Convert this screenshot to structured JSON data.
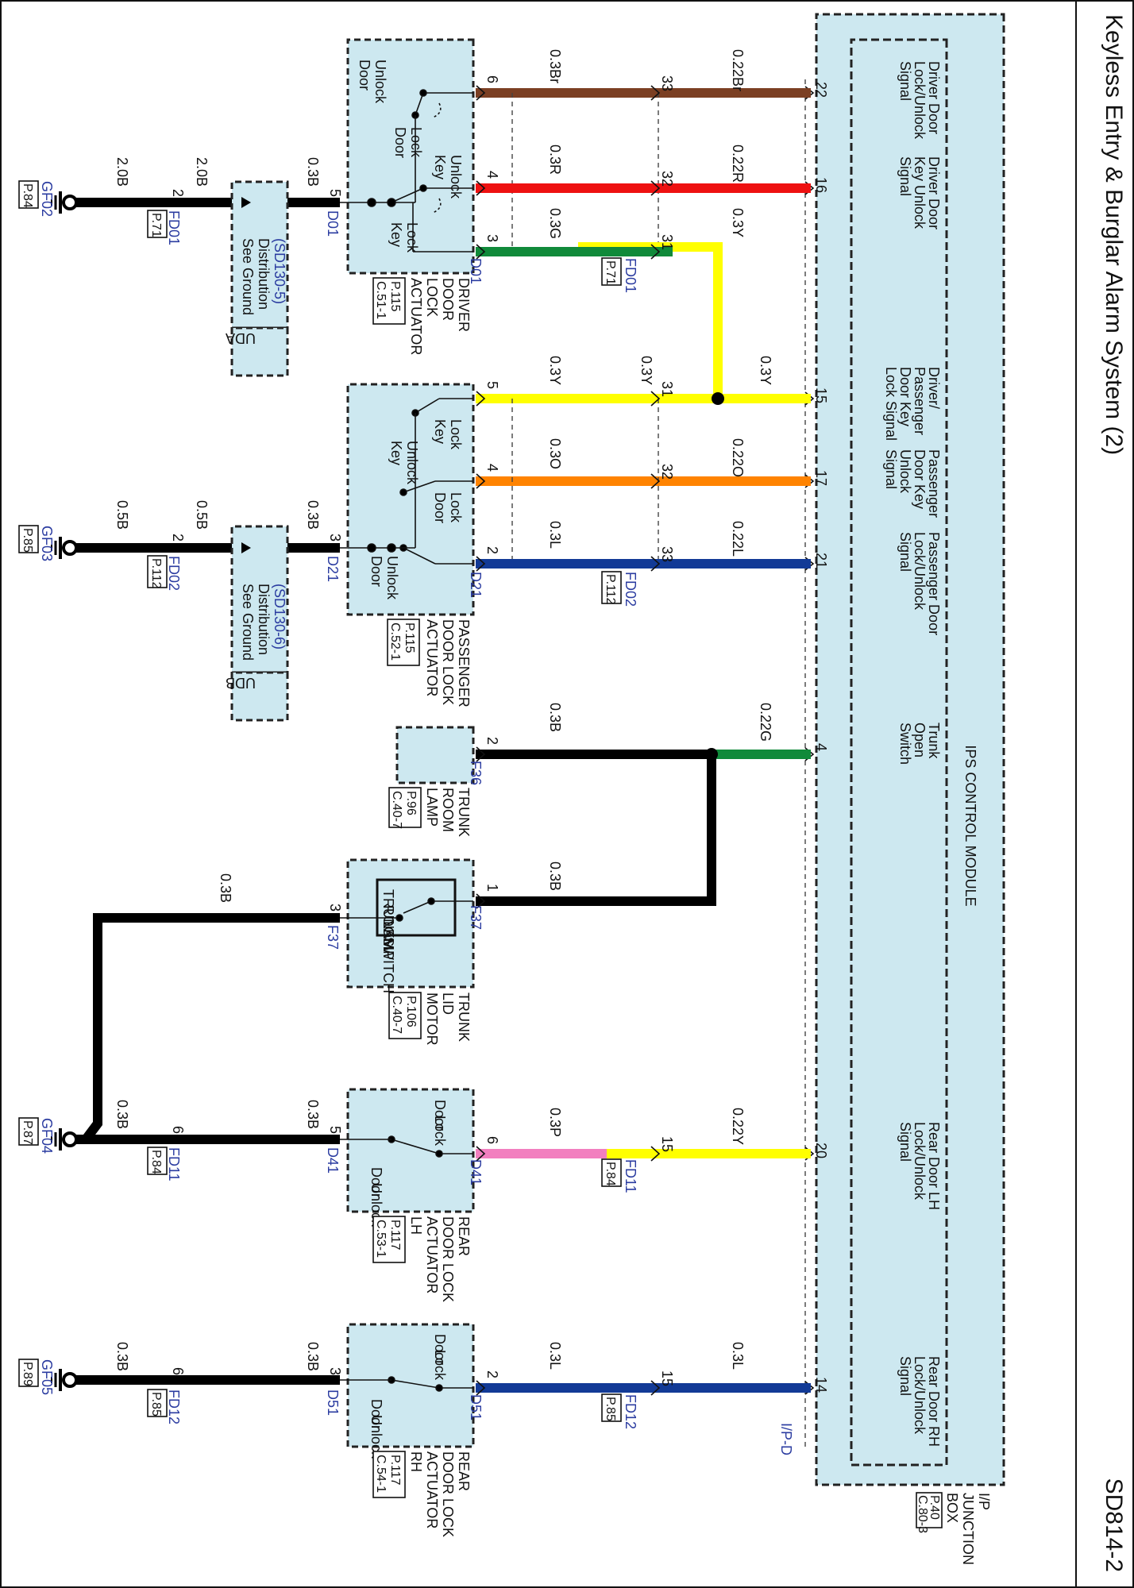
{
  "page": {
    "title": "Keyless Entry & Burglar Alarm System (2)",
    "code": "SD814-2"
  },
  "module": {
    "name": "IPS CONTROL MODULE",
    "box_label": [
      "I/P",
      "JUNCTION",
      "BOX"
    ],
    "box_ref": [
      "P.40",
      "C.80-3"
    ],
    "connector": "I/P-D",
    "signals": [
      {
        "label": [
          "Driver Door",
          "Lock/Unlock",
          "Signal"
        ],
        "pin": "22"
      },
      {
        "label": [
          "Driver Door",
          "Key Unlock",
          "Signal"
        ],
        "pin": "16"
      },
      {
        "label": [
          "Driver/",
          "Passenger",
          "Door Key",
          "Lock Signal"
        ],
        "pin": "15"
      },
      {
        "label": [
          "Passenger",
          "Door Key",
          "Unlock",
          "Signal"
        ],
        "pin": "17"
      },
      {
        "label": [
          "Passenger Door",
          "Lock/Unlock",
          "Signal"
        ],
        "pin": "21"
      },
      {
        "label": [
          "Trunk",
          "Open",
          "Switch"
        ],
        "pin": "4"
      },
      {
        "label": [
          "Rear Door LH",
          "Lock/Unlock",
          "Signal"
        ],
        "pin": "20"
      },
      {
        "label": [
          "Rear Door RH",
          "Lock/Unlock",
          "Signal"
        ],
        "pin": "14"
      }
    ]
  },
  "wires": {
    "w22_mod": "0.22Br",
    "w22_act": "0.3Br",
    "p33a": "33",
    "p6a": "6",
    "w16_mod": "0.22R",
    "w16_act": "0.3R",
    "p32a": "32",
    "p4a": "4",
    "w31_mod": "0.3Y",
    "w31_act": "0.3G",
    "p31a": "31",
    "p3a": "3",
    "w15_a": "0.3Y",
    "w15_b": "0.3Y",
    "w15_act": "0.3Y",
    "p31b": "31",
    "p5b": "5",
    "w17_mod": "0.22O",
    "w17_act": "0.3O",
    "p32b": "32",
    "p4b": "4",
    "w21_mod": "0.22L",
    "w21_act": "0.3L",
    "p33b": "33",
    "p2b": "2",
    "w4_mod": "0.22G",
    "w4_lamp": "0.3B",
    "w4_sw": "0.3B",
    "p2c": "2",
    "p1d": "1",
    "w20_mod": "0.22Y",
    "w20_act": "0.3P",
    "p15e": "15",
    "p6e": "6",
    "w14_mod": "0.3L",
    "w14_act": "0.3L",
    "p15f": "15",
    "p2f": "2"
  },
  "connectors": {
    "FD01": "FD01",
    "FD02": "FD02",
    "FD11": "FD11",
    "FD12": "FD12",
    "D01": "D01",
    "D21": "D21",
    "D41": "D41",
    "D51": "D51",
    "F36": "F36",
    "F37": "F37",
    "ref_P71": "P.71",
    "ref_P112": "P.112",
    "ref_P84": "P.84",
    "ref_P85": "P.85"
  },
  "actuators": {
    "driver": {
      "name": [
        "DRIVER",
        "DOOR",
        "LOCK",
        "ACTUATOR"
      ],
      "ref": [
        "P.115",
        "C.51-1"
      ],
      "sw1": [
        "Door",
        "Unlock"
      ],
      "sw1b": [
        "Door",
        "Lock"
      ],
      "sw2": [
        "Key",
        "Unlock"
      ],
      "sw2b": [
        "Key",
        "Lock"
      ]
    },
    "passenger": {
      "name": [
        "PASSENGER",
        "DOOR LOCK",
        "ACTUATOR"
      ],
      "ref": [
        "P.115",
        "C.52-1"
      ],
      "sw1": [
        "Key",
        "Lock"
      ],
      "sw1b": [
        "Key",
        "Unlock"
      ],
      "sw2": [
        "Door",
        "Lock"
      ],
      "sw2b": [
        "Door",
        "Unlock"
      ]
    },
    "trunk_lamp": {
      "name": [
        "TRUNK",
        "ROOM",
        "LAMP"
      ],
      "ref": [
        "P.96",
        "C.40-7"
      ]
    },
    "trunk_motor": {
      "name": [
        "TRUNK",
        "LID",
        "MOTOR"
      ],
      "ref": [
        "P.106",
        "C.40-7"
      ],
      "sw": [
        "TRUNK",
        "ROOM",
        "LAMP",
        "SWITCH"
      ]
    },
    "rear_lh": {
      "name": [
        "REAR",
        "DOOR LOCK",
        "ACTUATOR",
        "LH"
      ],
      "ref": [
        "P.117",
        "C.53-1"
      ],
      "sw1": [
        "Door",
        "Lock"
      ],
      "sw1b": [
        "Door",
        "Unlock"
      ]
    },
    "rear_rh": {
      "name": [
        "REAR",
        "DOOR LOCK",
        "ACTUATOR",
        "RH"
      ],
      "ref": [
        "P.117",
        "C.54-1"
      ],
      "sw1": [
        "Door",
        "Lock"
      ],
      "sw1b": [
        "Door",
        "Unlock"
      ]
    }
  },
  "grounds": {
    "g1": {
      "pin_act": "5",
      "w_act": "0.3B",
      "w_mid": "2.0B",
      "pin_fd": "2",
      "w_gnd": "2.0B",
      "name": "GF02",
      "ref": "P.84",
      "dist": [
        "See Ground",
        "Distribution",
        "(SD130-5)"
      ],
      "tag": "UDA"
    },
    "g2": {
      "pin_act": "3",
      "w_act": "0.3B",
      "w_mid": "0.5B",
      "pin_fd": "2",
      "w_gnd": "0.5B",
      "name": "GF03",
      "ref": "P.85",
      "dist": [
        "See Ground",
        "Distribution",
        "(SD130-6)"
      ],
      "tag": "UDB"
    },
    "g3": {
      "pin_act": "5",
      "w_act": "0.3B",
      "pin_fd": "6",
      "w_gnd": "0.3B",
      "pin_trunk": "3",
      "w_trunk": "0.3B",
      "name": "GF04",
      "ref": "P.87"
    },
    "g4": {
      "pin_act": "3",
      "w_act": "0.3B",
      "pin_fd": "6",
      "w_gnd": "0.3B",
      "name": "GF05",
      "ref": "P.89"
    }
  },
  "colors": {
    "brown": "#7b3f23",
    "red": "#ee1111",
    "green": "#108a3a",
    "yellow": "#ffff00",
    "orange": "#ff8300",
    "blue": "#123a96",
    "pink": "#f27fbf",
    "black": "#000000",
    "fill": "#cde8f0"
  }
}
